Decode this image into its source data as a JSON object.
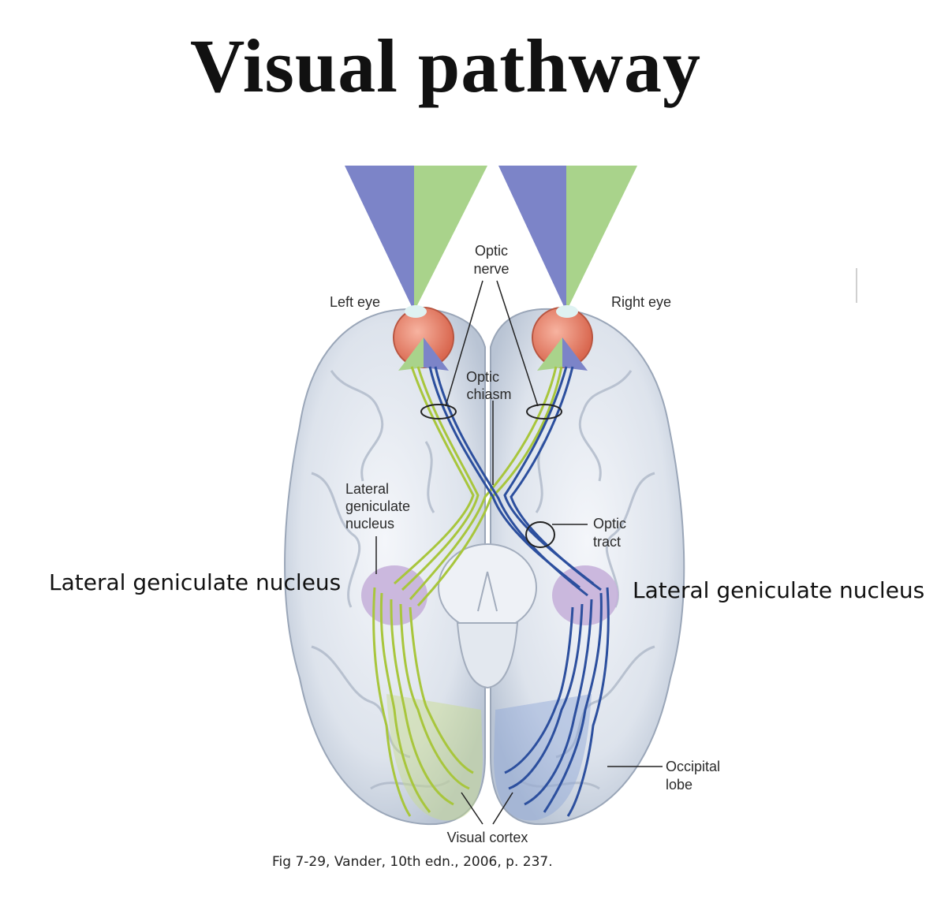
{
  "title": "Visual pathway",
  "labels": {
    "optic_nerve": [
      "Optic",
      "nerve"
    ],
    "left_eye": "Left eye",
    "right_eye": "Right eye",
    "optic_chiasm": [
      "Optic",
      "chiasm"
    ],
    "lgn_inner": [
      "Lateral",
      "geniculate",
      "nucleus"
    ],
    "optic_tract": [
      "Optic",
      "tract"
    ],
    "occipital_lobe": [
      "Occipital",
      "lobe"
    ],
    "visual_cortex": "Visual cortex"
  },
  "callouts": {
    "left": "Lateral geniculate nucleus",
    "right": "Lateral geniculate nucleus"
  },
  "caption": "Fig 7-29, Vander, 10th edn., 2006, p. 237.",
  "colors": {
    "left_visual_field": "#7c84c8",
    "right_visual_field": "#a9d38b",
    "green_pathway": "#a8c63c",
    "blue_pathway": "#2c4f9e",
    "lgn": "#c7b1da",
    "brain": "#dde3ec",
    "eyeball": "#e8826a"
  }
}
